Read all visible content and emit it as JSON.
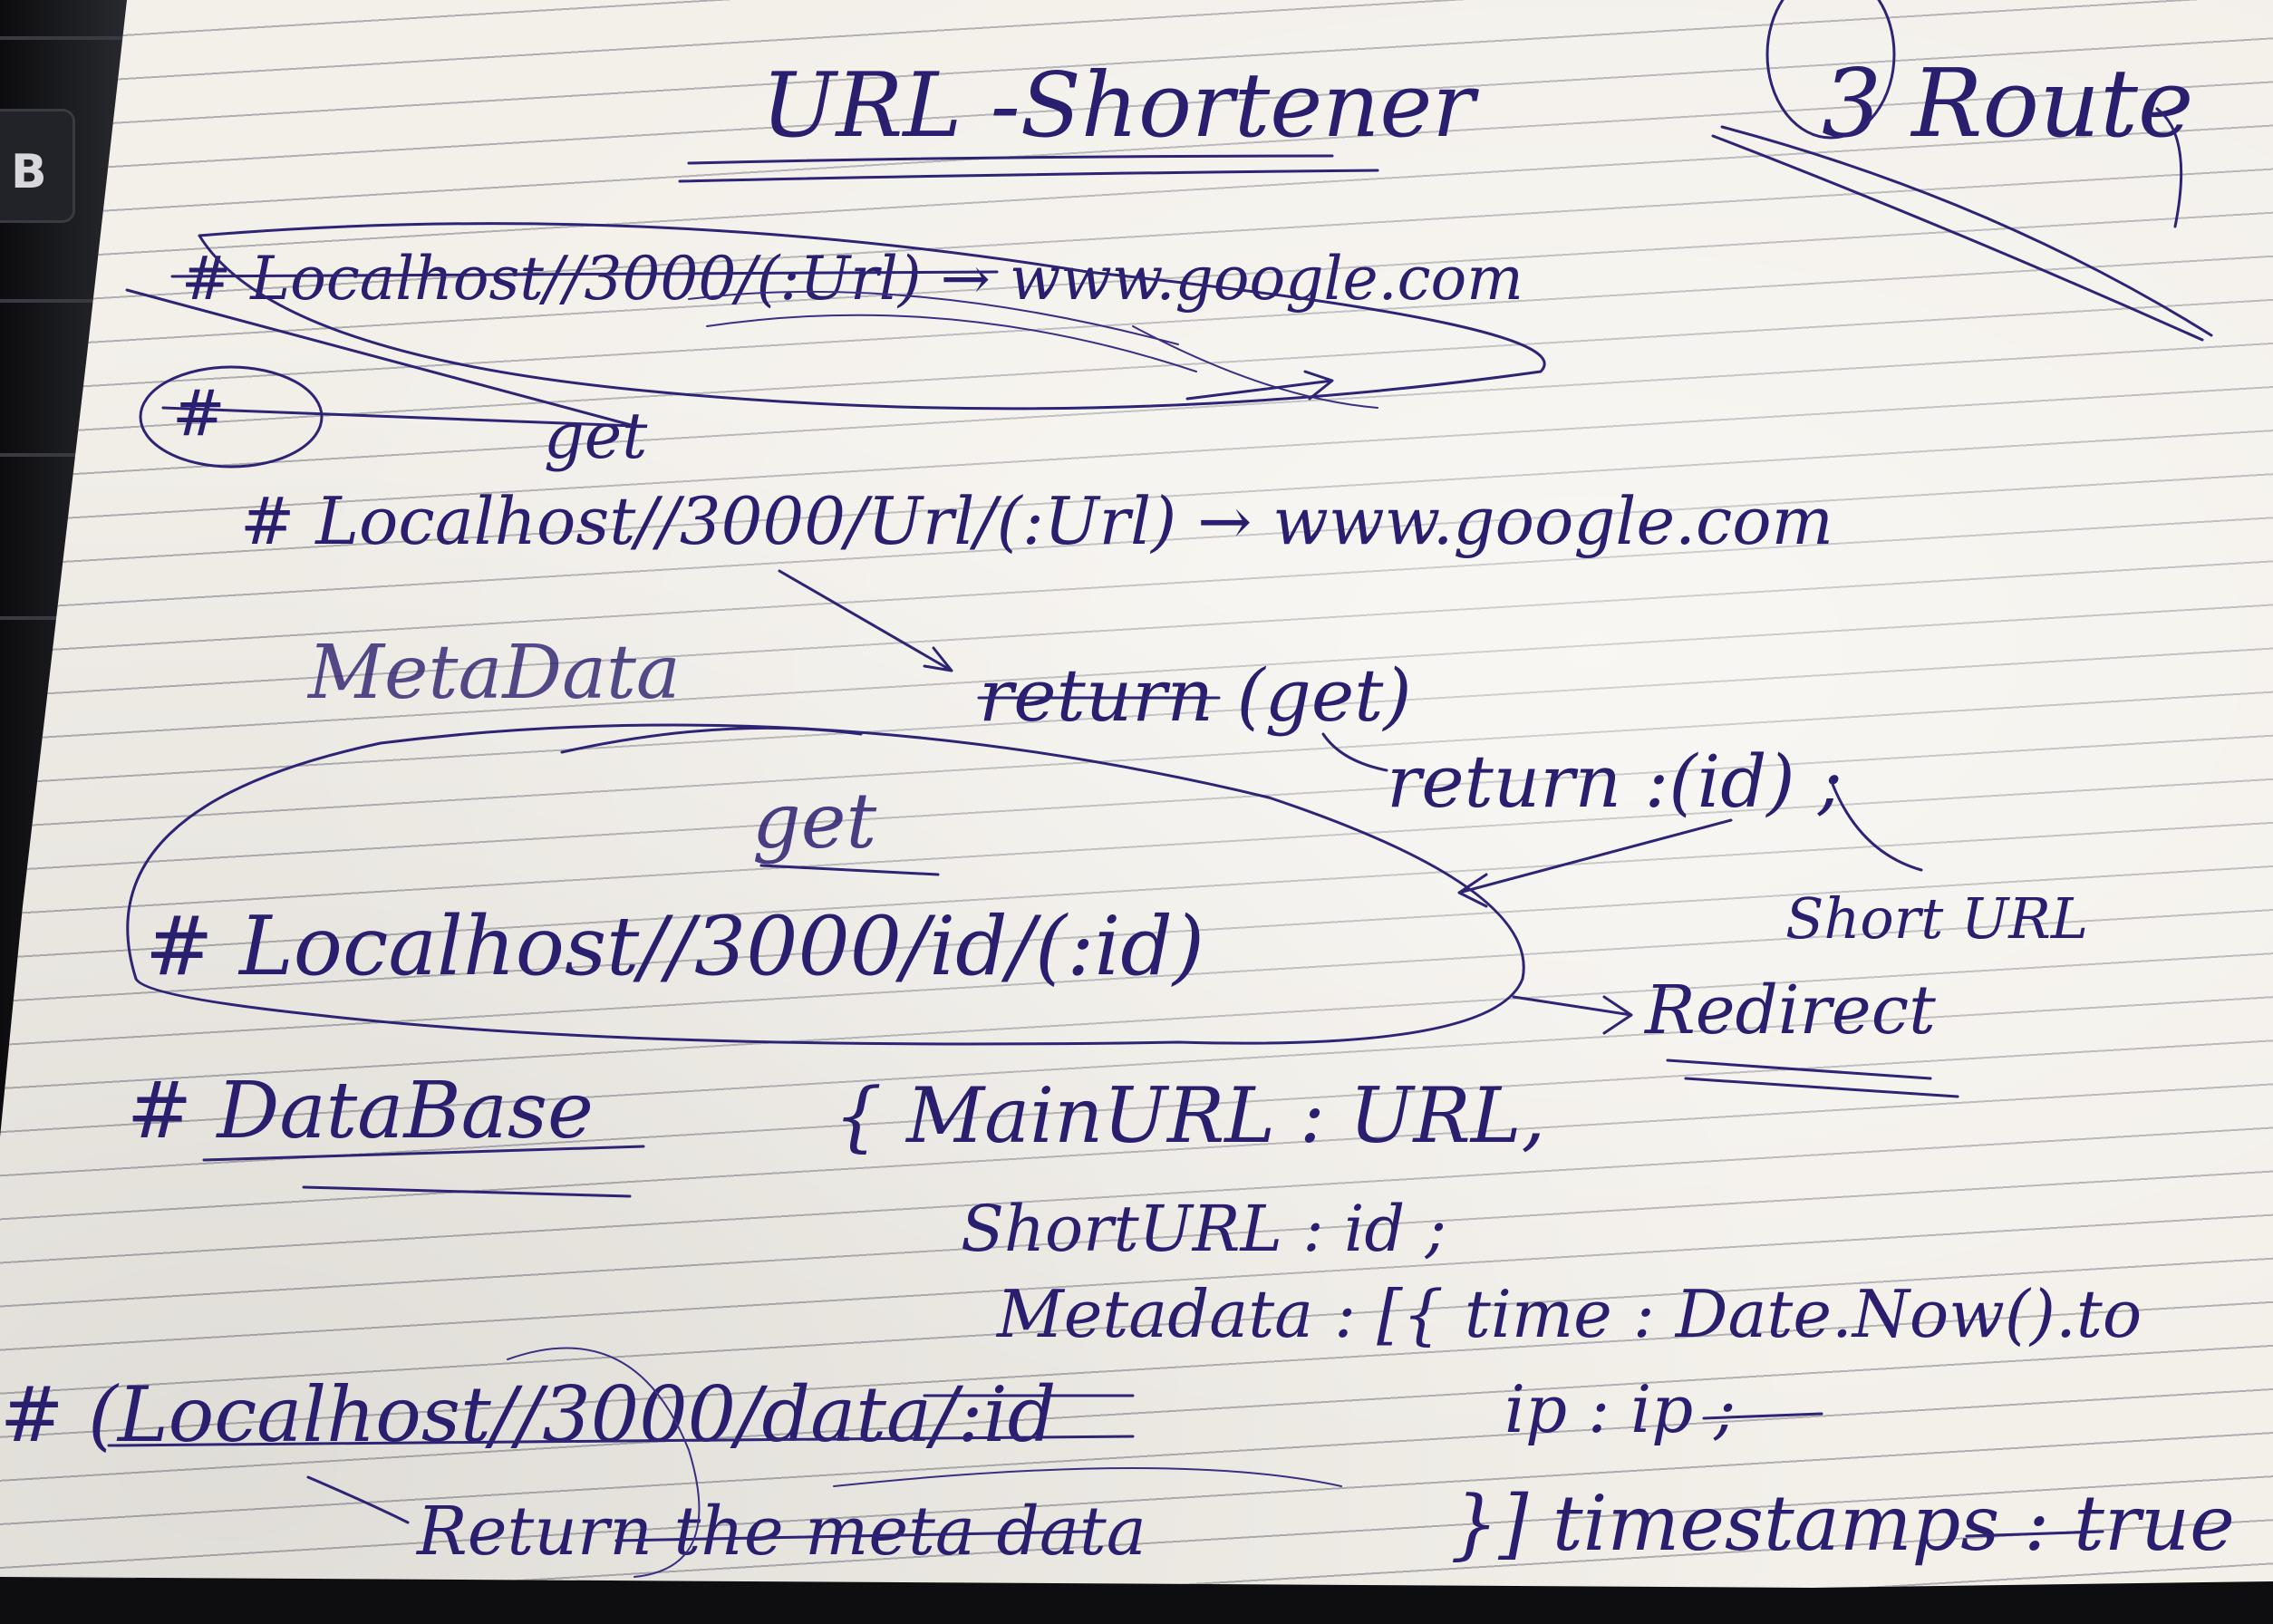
{
  "laptop": {
    "key_letter": "B"
  },
  "notes": {
    "title": "URL -Shortener",
    "corner_label": "3 Route",
    "line_1": "# Localhost//3000/(:Url) → www.google.com",
    "line_1_mark": "#",
    "line_1_mark_word": "get",
    "line_2": "# Localhost//3000/Url/(:Url) → www.google.com",
    "metadata_label": "MetaData",
    "return_get": "return (get)",
    "return_id": "return :(id) ;",
    "get_label": "get",
    "line_3": "# Localhost//3000/id/(:id)",
    "short_url": "Short URL",
    "redirect": "Redirect",
    "database": "# DataBase",
    "schema_main": "{ MainURL : URL,",
    "schema_short": "ShortURL : id ;",
    "schema_meta": "Metadata : [{ time : Date.Now().to",
    "schema_ip": "ip : ip ;",
    "schema_end": "}] timestamps : true",
    "line_4": "# (Localhost//3000/data/:id",
    "line_4_return": "Return the meta data"
  },
  "colors": {
    "ink": "#2a1f6e",
    "paper": "#f3f0ea",
    "rule_line": "#78787f"
  }
}
